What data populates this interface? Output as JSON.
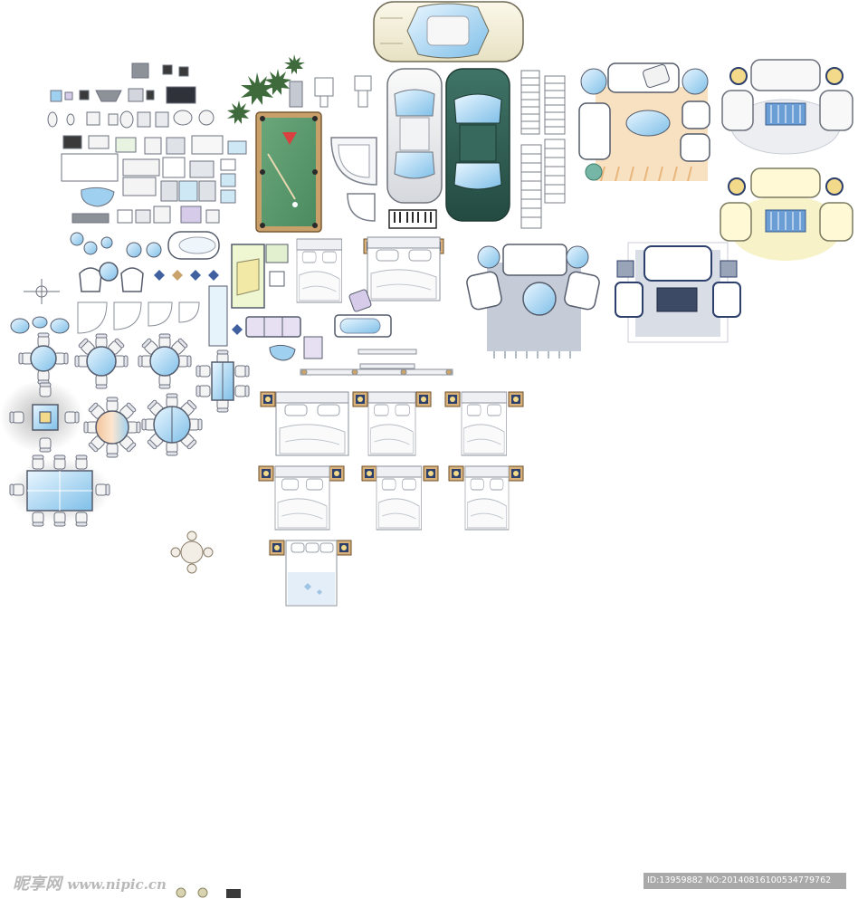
{
  "watermark": {
    "brand": "昵享网",
    "site": "www.nipic.cn",
    "id_text": "ID:13959882 NO:20140816100534779762"
  },
  "palette": {
    "outline": "#7a7f8a",
    "glass": "#9fd0f0",
    "felt": "#5c9a6e",
    "dark_car": "#2f5e54",
    "cream": "#f3efd9",
    "rug_blue": "#c5ccd8",
    "rug_orange": "#f5d9b0",
    "rug_yellow": "#f4edb0",
    "lavender": "#d6cbe9",
    "pillow_gold": "#c9a36a",
    "navy": "#2d3f6b"
  },
  "icons": [
    "car-icon",
    "billiard-table-icon",
    "sofa-set-icon",
    "bed-icon",
    "dining-table-icon",
    "bathtub-icon",
    "toilet-icon",
    "sink-icon",
    "plant-icon",
    "piano-icon",
    "chair-icon",
    "armchair-icon",
    "staircase-icon"
  ]
}
